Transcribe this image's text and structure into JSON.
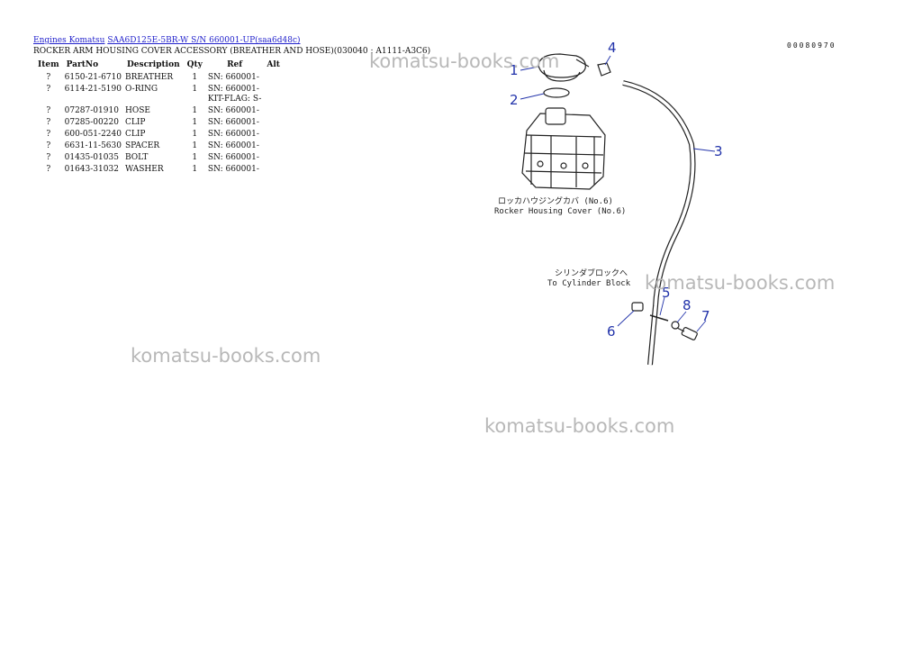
{
  "breadcrumb": {
    "link1": "Engines Komatsu",
    "link2": "SAA6D125E-5BR-W S/N 660001-UP(saa6d48c)"
  },
  "heading": "ROCKER ARM HOUSING COVER ACCESSORY (BREATHER AND HOSE)(030040 : A1111-A3C6)",
  "table": {
    "headers": [
      "Item",
      "PartNo",
      "Description",
      "Qty",
      "Ref",
      "Alt"
    ],
    "rows": [
      {
        "item": "?",
        "partno": "6150-21-6710",
        "desc": "BREATHER",
        "qty": "1",
        "ref": "SN: 660001-",
        "ref2": ""
      },
      {
        "item": "?",
        "partno": "6114-21-5190",
        "desc": "O-RING",
        "qty": "1",
        "ref": "SN: 660001-",
        "ref2": "KIT-FLAG: S-"
      },
      {
        "item": "?",
        "partno": "07287-01910",
        "desc": "HOSE",
        "qty": "1",
        "ref": "SN: 660001-",
        "ref2": ""
      },
      {
        "item": "?",
        "partno": "07285-00220",
        "desc": "CLIP",
        "qty": "1",
        "ref": "SN: 660001-",
        "ref2": ""
      },
      {
        "item": "?",
        "partno": "600-051-2240",
        "desc": "CLIP",
        "qty": "1",
        "ref": "SN: 660001-",
        "ref2": ""
      },
      {
        "item": "?",
        "partno": "6631-11-5630",
        "desc": "SPACER",
        "qty": "1",
        "ref": "SN: 660001-",
        "ref2": ""
      },
      {
        "item": "?",
        "partno": "01435-01035",
        "desc": "BOLT",
        "qty": "1",
        "ref": "SN: 660001-",
        "ref2": ""
      },
      {
        "item": "?",
        "partno": "01643-31032",
        "desc": "WASHER",
        "qty": "1",
        "ref": "SN: 660001-",
        "ref2": ""
      }
    ]
  },
  "diagram_code": "00080970",
  "watermark": "komatsu-books.com",
  "diagram": {
    "callouts": [
      "1",
      "2",
      "3",
      "4",
      "5",
      "6",
      "7",
      "8"
    ],
    "caption_housing_jp": "ロッカハウジングカバ (No.6)",
    "caption_housing_en": "Rocker Housing Cover (No.6)",
    "caption_block_jp": "シリンダブロックへ",
    "caption_block_en": "To Cylinder Block"
  },
  "colors": {
    "link": "#2222cc",
    "callout": "#2233aa",
    "watermark": "#b8b8b8"
  }
}
